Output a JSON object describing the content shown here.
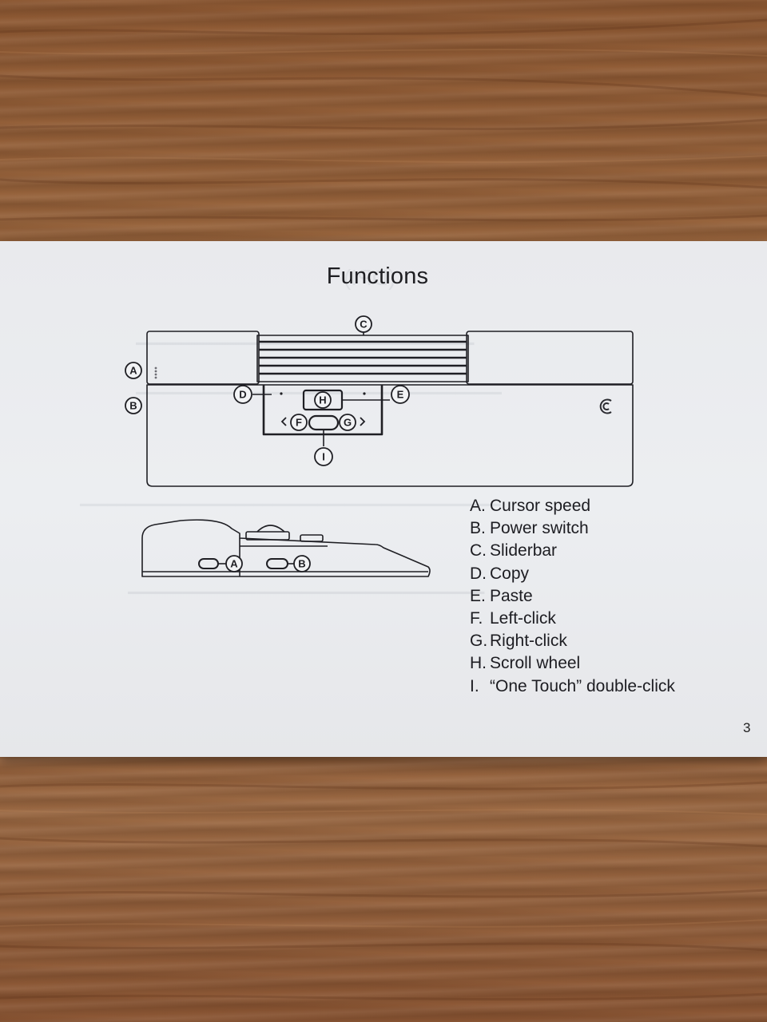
{
  "document": {
    "title": "Functions",
    "page_number": "3"
  },
  "callouts": {
    "A": "A",
    "B": "B",
    "C": "C",
    "D": "D",
    "E": "E",
    "F": "F",
    "G": "G",
    "H": "H",
    "I": "I"
  },
  "legend": [
    {
      "letter": "A.",
      "text": "Cursor speed"
    },
    {
      "letter": "B.",
      "text": "Power switch"
    },
    {
      "letter": "C.",
      "text": "Sliderbar"
    },
    {
      "letter": "D.",
      "text": "Copy"
    },
    {
      "letter": "E.",
      "text": "Paste"
    },
    {
      "letter": "F.",
      "text": "Left-click"
    },
    {
      "letter": "G.",
      "text": "Right-click"
    },
    {
      "letter": "H.",
      "text": "Scroll wheel"
    },
    {
      "letter": "I.",
      "text": "“One Touch” double-click"
    }
  ],
  "colors": {
    "paper": "#eceef1",
    "ink": "#1d1d22",
    "wood": "#8f5a34"
  }
}
